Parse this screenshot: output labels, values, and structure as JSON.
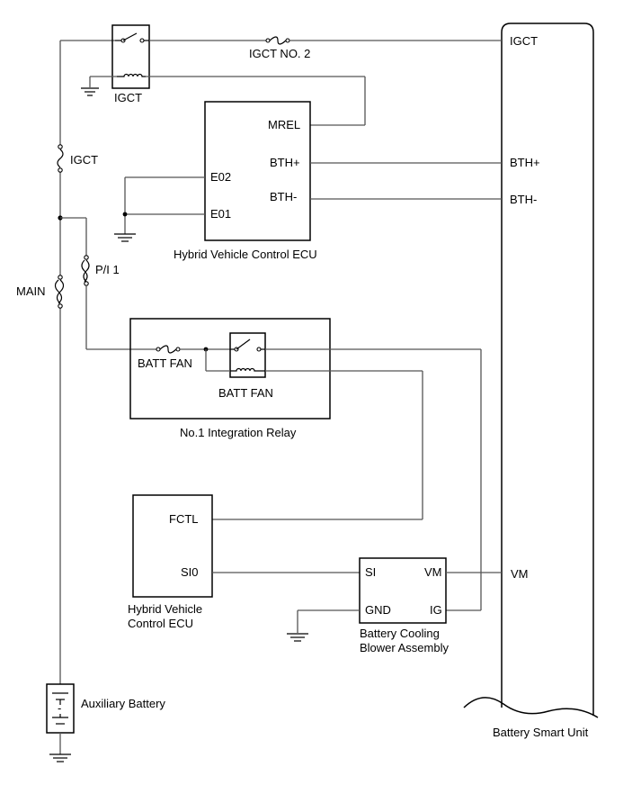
{
  "labels": {
    "relay_igct_contact": "IGCT NO. 2",
    "relay_igct": "IGCT",
    "fuse_igct": "IGCT",
    "fuse_pi1": "P/I 1",
    "fuse_main": "MAIN",
    "hv_ecu_top": {
      "name": "Hybrid Vehicle Control ECU",
      "pins": {
        "mrel": "MREL",
        "bth_plus": "BTH+",
        "bth_minus": "BTH-",
        "e02": "E02",
        "e01": "E01"
      }
    },
    "integration_relay": {
      "name": "No.1 Integration Relay",
      "fuse": "BATT FAN",
      "relay": "BATT FAN"
    },
    "hv_ecu_bottom": {
      "name_line1": "Hybrid Vehicle",
      "name_line2": "Control ECU",
      "pins": {
        "fctl": "FCTL",
        "si0": "SI0"
      }
    },
    "blower": {
      "name_line1": "Battery Cooling",
      "name_line2": "Blower Assembly",
      "pins": {
        "si": "SI",
        "vm": "VM",
        "gnd": "GND",
        "ig": "IG"
      }
    },
    "battery_smart_unit": {
      "name": "Battery Smart Unit",
      "pins": {
        "igct": "IGCT",
        "bth_plus": "BTH+",
        "bth_minus": "BTH-",
        "vm": "VM"
      }
    },
    "auxiliary_battery": "Auxiliary Battery",
    "battery_dash": "-"
  }
}
